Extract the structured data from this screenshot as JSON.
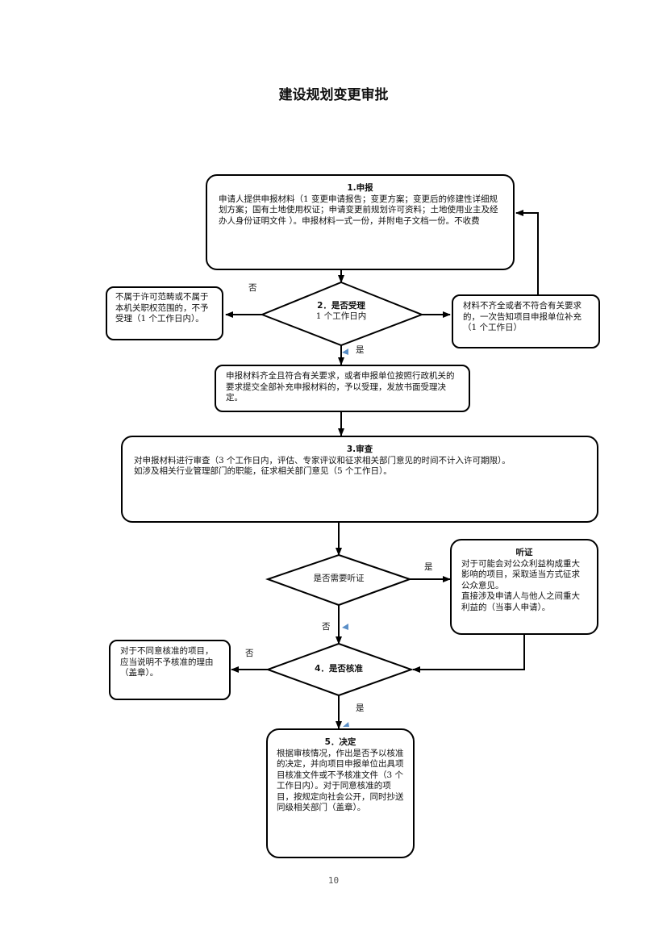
{
  "page": {
    "title": "建设规划变更审批",
    "page_number": "10"
  },
  "nodes": {
    "step1": {
      "heading": "1.申报",
      "text": "申请人提供申报材料（1 变更申请报告；变更方案；变更后的修建性详细规划方案；国有土地使用权证；申请变更前规划许可资料；土地使用业主及经办人身份证明文件 ）。申报材料一式一份，并附电子文档一份。不收费"
    },
    "step2": {
      "heading": "2．是否受理",
      "subtext": "1 个工作日内"
    },
    "reject_scope": {
      "text": "不属于许可范畴或不属于本机关职权范围的，不予受理（1 个工作日内）。"
    },
    "incomplete": {
      "text": "材料不齐全或者不符合有关要求的，一次告知项目申报单位补充（1 个工作日）"
    },
    "accepted": {
      "text": "申报材料齐全且符合有关要求，或者申报单位按照行政机关的要求提交全部补充申报材料的，予以受理，发放书面受理决定。"
    },
    "step3": {
      "heading": "3.审查",
      "text": "对申报材料进行审查（3 个工作日内，评估、专家评议和征求相关部门意见的时间不计入许可期限）。\n如涉及相关行业管理部门的职能，征求相关部门意见（5 个工作日）。"
    },
    "hearing_decision": {
      "text": "是否需要听证"
    },
    "hearing": {
      "heading": "听证",
      "text": "对于可能会对公众利益构成重大影响的项目，采取适当方式征求公众意见。\n直接涉及申请人与他人之间重大利益的（当事人申请）。"
    },
    "step4": {
      "heading": "4．是否核准"
    },
    "reject_approval": {
      "text": "对于不同意核准的项目，应当说明不予核准的理由（盖章）。"
    },
    "step5": {
      "heading": "5．决定",
      "text": "根据审核情况，作出是否予以核准的决定，并向项目申报单位出具项目核准文件或不予核准文件（3 个工作日内）。对于同意核准的项目，按规定向社会公开，同时抄送同级相关部门（盖章）。"
    }
  },
  "edge_labels": {
    "step2_no": "否",
    "step2_yes": "是",
    "hearing_yes": "是",
    "hearing_no": "否",
    "step4_no": "否",
    "step4_yes": "是"
  },
  "colors": {
    "line": "#000000",
    "marker": "#5b8fc7"
  }
}
